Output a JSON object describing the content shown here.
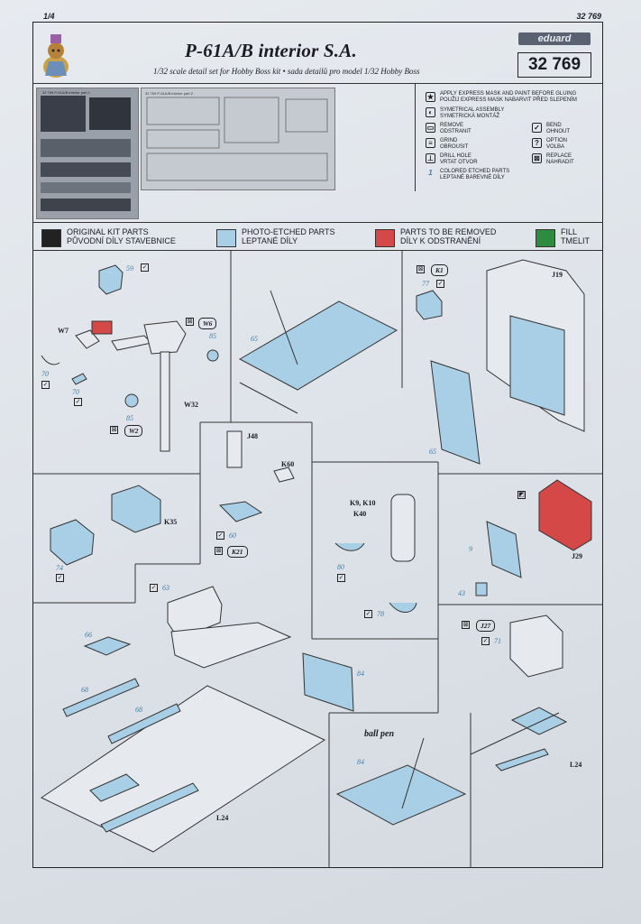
{
  "header": {
    "page_label": "1/4",
    "code_label": "32 769",
    "title": "P-61A/B interior S.A.",
    "subtitle": "1/32 scale detail set for Hobby Boss kit • sada detailů pro model 1/32 Hobby Boss",
    "brand": "eduard",
    "product_code": "32 769"
  },
  "legend": [
    {
      "icon": "star-icon",
      "text1": "APPLY EXPRESS MASK AND PAINT BEFORE GLUING",
      "text2": "POUŽIJ EXPRESS MASK NABARVIT PŘED SLEPENÍM"
    },
    {
      "icon": "symmetry-icon",
      "text1": "SYMETRICAL ASSEMBLY",
      "text2": "SYMETRICKÁ MONTÁŽ"
    },
    {
      "icon": "remove-icon",
      "text1": "REMOVE",
      "text2": "ODSTRANIT"
    },
    {
      "icon": "grind-icon",
      "text1": "GRIND",
      "text2": "OBROUSIT"
    },
    {
      "icon": "drill-icon",
      "text1": "DRILL HOLE",
      "text2": "VRTAT OTVOR"
    },
    {
      "icon": "colored-parts-icon",
      "text1": "COLORED ETCHED PARTS",
      "text2": "LEPTANÉ BAREVNÉ DÍLY"
    },
    {
      "icon": "bend-icon",
      "text1": "BEND",
      "text2": "OHNOUT"
    },
    {
      "icon": "option-icon",
      "text1": "OPTION",
      "text2": "VOLBA"
    },
    {
      "icon": "replace-icon",
      "text1": "REPLACE",
      "text2": "NAHRADIT"
    }
  ],
  "color_legend": [
    {
      "color": "#222222",
      "text1": "ORIGINAL KIT PARTS",
      "text2": "PŮVODNÍ DÍLY STAVEBNICE"
    },
    {
      "color": "#a9cfe6",
      "text1": "PHOTO-ETCHED PARTS",
      "text2": "LEPTANÉ DÍLY"
    },
    {
      "color": "#d44848",
      "text1": "PARTS TO BE REMOVED",
      "text2": "DÍLY K ODSTRANĚNÍ"
    },
    {
      "color": "#2e8c40",
      "text1": "FILL",
      "text2": "TMELIT"
    }
  ],
  "frets": {
    "fret1_label": "32 769 P-61A/B interior part 1",
    "fret2_label": "32 769 P-61A/B interior part 2"
  },
  "labels": {
    "w7": "W7",
    "w6": "W6",
    "w32": "W32",
    "w2": "W2",
    "j19": "J19",
    "k1": "K1",
    "j48": "J48",
    "k60": "K60",
    "k21": "K21",
    "k35": "K35",
    "k9k10": "K9, K10",
    "k40": "K40",
    "j29": "J29",
    "j27": "J27",
    "l24a": "L24",
    "l24b": "L24",
    "ball_pen": "ball pen"
  },
  "part_numbers": {
    "p59": "59",
    "p85a": "85",
    "p85b": "85",
    "p70a": "70",
    "p70b": "70",
    "p65a": "65",
    "p65b": "65",
    "p77": "77",
    "p60": "60",
    "p74": "74",
    "p80": "80",
    "p78": "78",
    "p9": "9",
    "p43": "43",
    "p63": "63",
    "p66": "66",
    "p68a": "68",
    "p68b": "68",
    "p84a": "84",
    "p84b": "84",
    "p71": "71"
  }
}
